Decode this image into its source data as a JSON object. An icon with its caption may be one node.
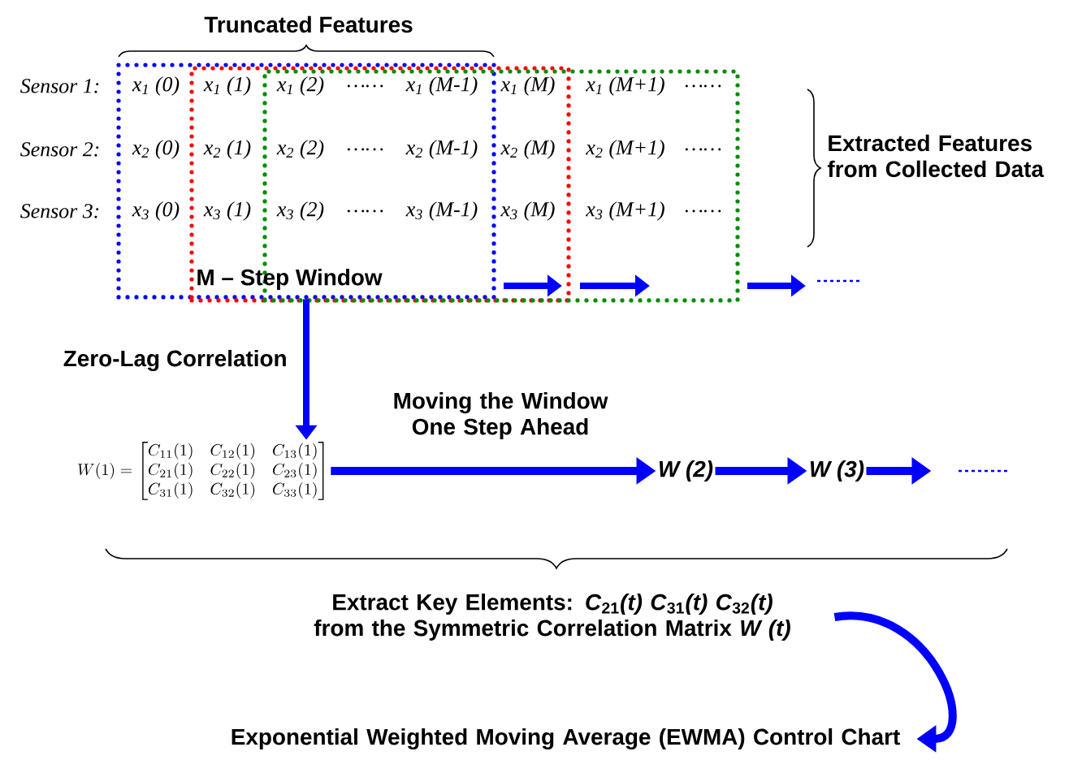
{
  "diagram": {
    "nodes": [
      {
        "text": [],
        "shape": "box"
      },
      {
        "text": [],
        "shape": "box"
      },
      {
        "text": [],
        "shape": "box"
      },
      {
        "text": [
          "W(1)=\\begin{bmatrix} C_{11}(1) & C_{12}(1) & C_{13}(1)\\\\ C_{21}(1) & C_{22}(1) & C_{23}(1)\\\\ C_{31}(1) & C_{32}(1) & C_{33}(1)\\end{bmatrix}"
        ]
      },
      {
        "text": [
          "W (2)"
        ]
      },
      {
        "text": [
          "W (3)"
        ]
      },
      {
        "text": [
          "Extract Key Elements: *C*$_{21}$*(t)*  *C*$_{31}$*(t)*  *C*$_{32}$*(t)* from the Symmetric Correlation Matrix *W (t)*"
        ]
      },
      {
        "text": [
          "Exponential Weighted Moving Average (EWMA) Control Chart"
        ]
      }
    ],
    "edges": [
      {
        "from": 0,
        "to": 3,
        "arrow": "to",
        "label": "Zero-Lag Correlation"
      },
      {
        "from": 3,
        "to": 4,
        "arrow": "to",
        "label": "Moving the Window One Step Ahead"
      },
      {
        "from": 4,
        "to": 5,
        "arrow": "to"
      },
      {
        "from": 5,
        "to": null,
        "arrow": "to"
      },
      {
        "from": 6,
        "to": 7,
        "arrow": "to"
      }
    ],
    "labels": [
      "Truncated Features",
      "Sensor 1:",
      "x$_{1}$ (0)",
      "x$_{1}$ (1)",
      "x$_{1}$ (2)",
      "……",
      "x$_{1}$ (M-1)",
      "x$_{1}$ (M)",
      "x$_{1}$ (M+1)",
      "……",
      "Sensor 2:",
      "x$_{2}$ (0)",
      "x$_{2}$ (1)",
      "x$_{2}$ (2)",
      "……",
      "x$_{2}$ (M-1)",
      "x$_{2}$ (M)",
      "x$_{2}$ (M+1)",
      "……",
      "Sensor 3:",
      "x$_{3}$ (0)",
      "x$_{3}$ (1)",
      "x$_{3}$ (2)",
      "……",
      "x$_{3}$ (M-1)",
      "x$_{3}$ (M)",
      "x$_{3}$ (M+1)",
      "……",
      "Extracted Features from Collected Data",
      "M – Step Window"
    ]
  }
}
